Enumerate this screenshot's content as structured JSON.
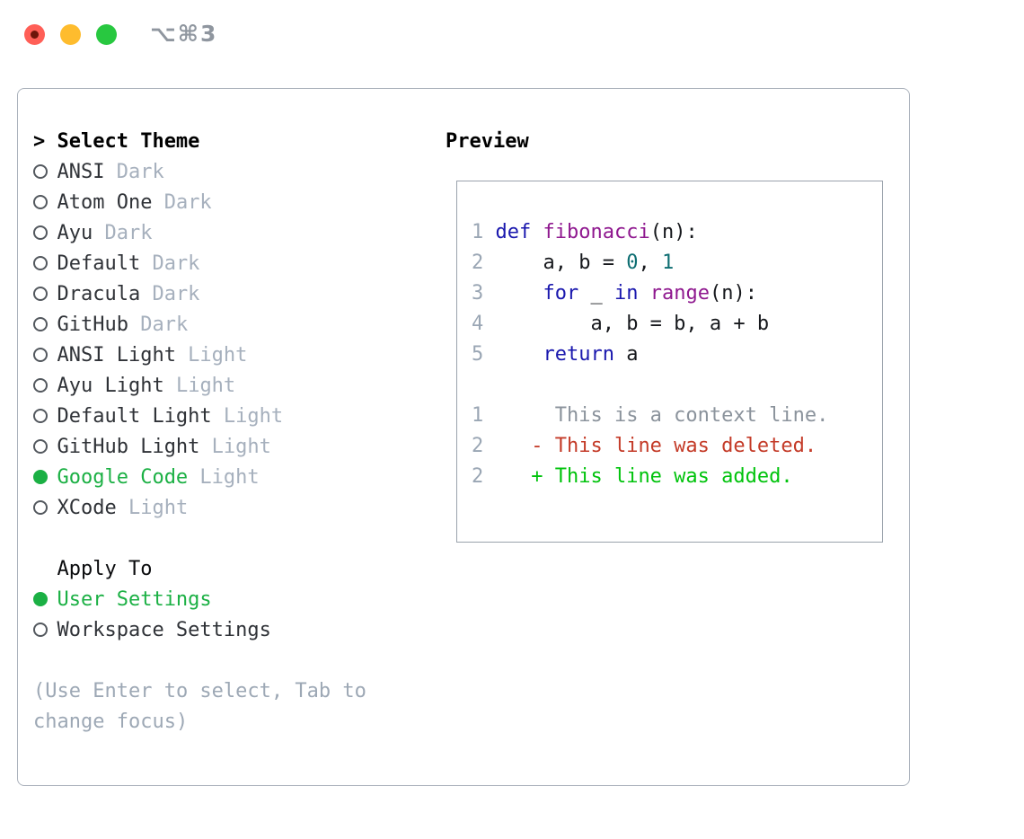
{
  "window": {
    "title": "⌥⌘3"
  },
  "colors": {
    "traffic_red": "#ff5f57",
    "traffic_yellow": "#febc2e",
    "traffic_green": "#28c840",
    "selection_green": "#1bb044",
    "keyword_blue": "#1a18ae",
    "function_purple": "#8f188f",
    "literal_teal": "#0e6e72",
    "deleted_red": "#c43b28",
    "added_green": "#00c30c",
    "muted_gray": "#9da8b5"
  },
  "theme_picker": {
    "prefix": ">",
    "header": "Select Theme",
    "items": [
      {
        "name": "ANSI",
        "variant": "Dark",
        "selected": false
      },
      {
        "name": "Atom One",
        "variant": "Dark",
        "selected": false
      },
      {
        "name": "Ayu",
        "variant": "Dark",
        "selected": false
      },
      {
        "name": "Default",
        "variant": "Dark",
        "selected": false
      },
      {
        "name": "Dracula",
        "variant": "Dark",
        "selected": false
      },
      {
        "name": "GitHub",
        "variant": "Dark",
        "selected": false
      },
      {
        "name": "ANSI Light",
        "variant": "Light",
        "selected": false
      },
      {
        "name": "Ayu Light",
        "variant": "Light",
        "selected": false
      },
      {
        "name": "Default Light",
        "variant": "Light",
        "selected": false
      },
      {
        "name": "GitHub Light",
        "variant": "Light",
        "selected": false
      },
      {
        "name": "Google Code",
        "variant": "Light",
        "selected": true
      },
      {
        "name": "XCode",
        "variant": "Light",
        "selected": false
      }
    ]
  },
  "apply_to": {
    "header": "Apply To",
    "options": [
      {
        "label": "User Settings",
        "selected": true
      },
      {
        "label": "Workspace Settings",
        "selected": false
      }
    ]
  },
  "help_text": "(Use Enter to select, Tab to change focus)",
  "preview": {
    "header": "Preview",
    "lines": [
      [
        [
          "ln",
          "1 "
        ],
        [
          "kw",
          "def"
        ],
        [
          "pl",
          " "
        ],
        [
          "fn",
          "fibonacci"
        ],
        [
          "pl",
          "(n):"
        ]
      ],
      [
        [
          "ln",
          "2 "
        ],
        [
          "pl",
          "    a, b = "
        ],
        [
          "num",
          "0"
        ],
        [
          "pl",
          ", "
        ],
        [
          "num",
          "1"
        ]
      ],
      [
        [
          "ln",
          "3 "
        ],
        [
          "pl",
          "    "
        ],
        [
          "kw",
          "for"
        ],
        [
          "pl",
          " _ "
        ],
        [
          "kw",
          "in"
        ],
        [
          "pl",
          " "
        ],
        [
          "fn",
          "range"
        ],
        [
          "pl",
          "(n):"
        ]
      ],
      [
        [
          "ln",
          "4 "
        ],
        [
          "pl",
          "        a, b = b, a + b"
        ]
      ],
      [
        [
          "ln",
          "5 "
        ],
        [
          "pl",
          "    "
        ],
        [
          "kw",
          "return"
        ],
        [
          "pl",
          " a"
        ]
      ],
      [],
      [
        [
          "ln",
          "1 "
        ],
        [
          "ctx",
          "     This is a context line."
        ]
      ],
      [
        [
          "ln",
          "2 "
        ],
        [
          "del",
          "   - This line was deleted."
        ]
      ],
      [
        [
          "ln",
          "2 "
        ],
        [
          "add",
          "   + This line was added."
        ]
      ]
    ]
  }
}
